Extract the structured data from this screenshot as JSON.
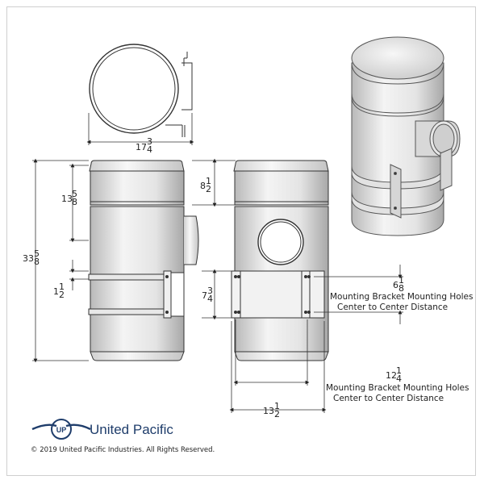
{
  "dimensions": {
    "top_diameter": {
      "whole": "17",
      "num": "3",
      "den": "4"
    },
    "upper_section": {
      "whole": "8",
      "num": "1",
      "den": "2"
    },
    "lower_section": {
      "whole": "13",
      "num": "5",
      "den": "8"
    },
    "overall_height": {
      "whole": "33",
      "num": "5",
      "den": "8"
    },
    "bracket_offset": {
      "whole": "1",
      "num": "1",
      "den": "2"
    },
    "bracket_height": {
      "whole": "7",
      "num": "3",
      "den": "4"
    },
    "vertical_holes": {
      "whole": "6",
      "num": "1",
      "den": "8"
    },
    "horizontal_holes": {
      "whole": "12",
      "num": "1",
      "den": "4"
    },
    "bracket_width": {
      "whole": "13",
      "num": "1",
      "den": "2"
    }
  },
  "notes": {
    "vertical_line1": "Mounting Bracket Mounting Holes",
    "vertical_line2": "Center to Center Distance",
    "horizontal_line1": "Mounting Bracket Mounting Holes",
    "horizontal_line2": "Center to Center Distance"
  },
  "brand": {
    "name": "United Pacific",
    "logo_letters": "UP",
    "logo_color": "#1f3d6b"
  },
  "copyright": "© 2019 United Pacific Industries. All Rights Reserved."
}
